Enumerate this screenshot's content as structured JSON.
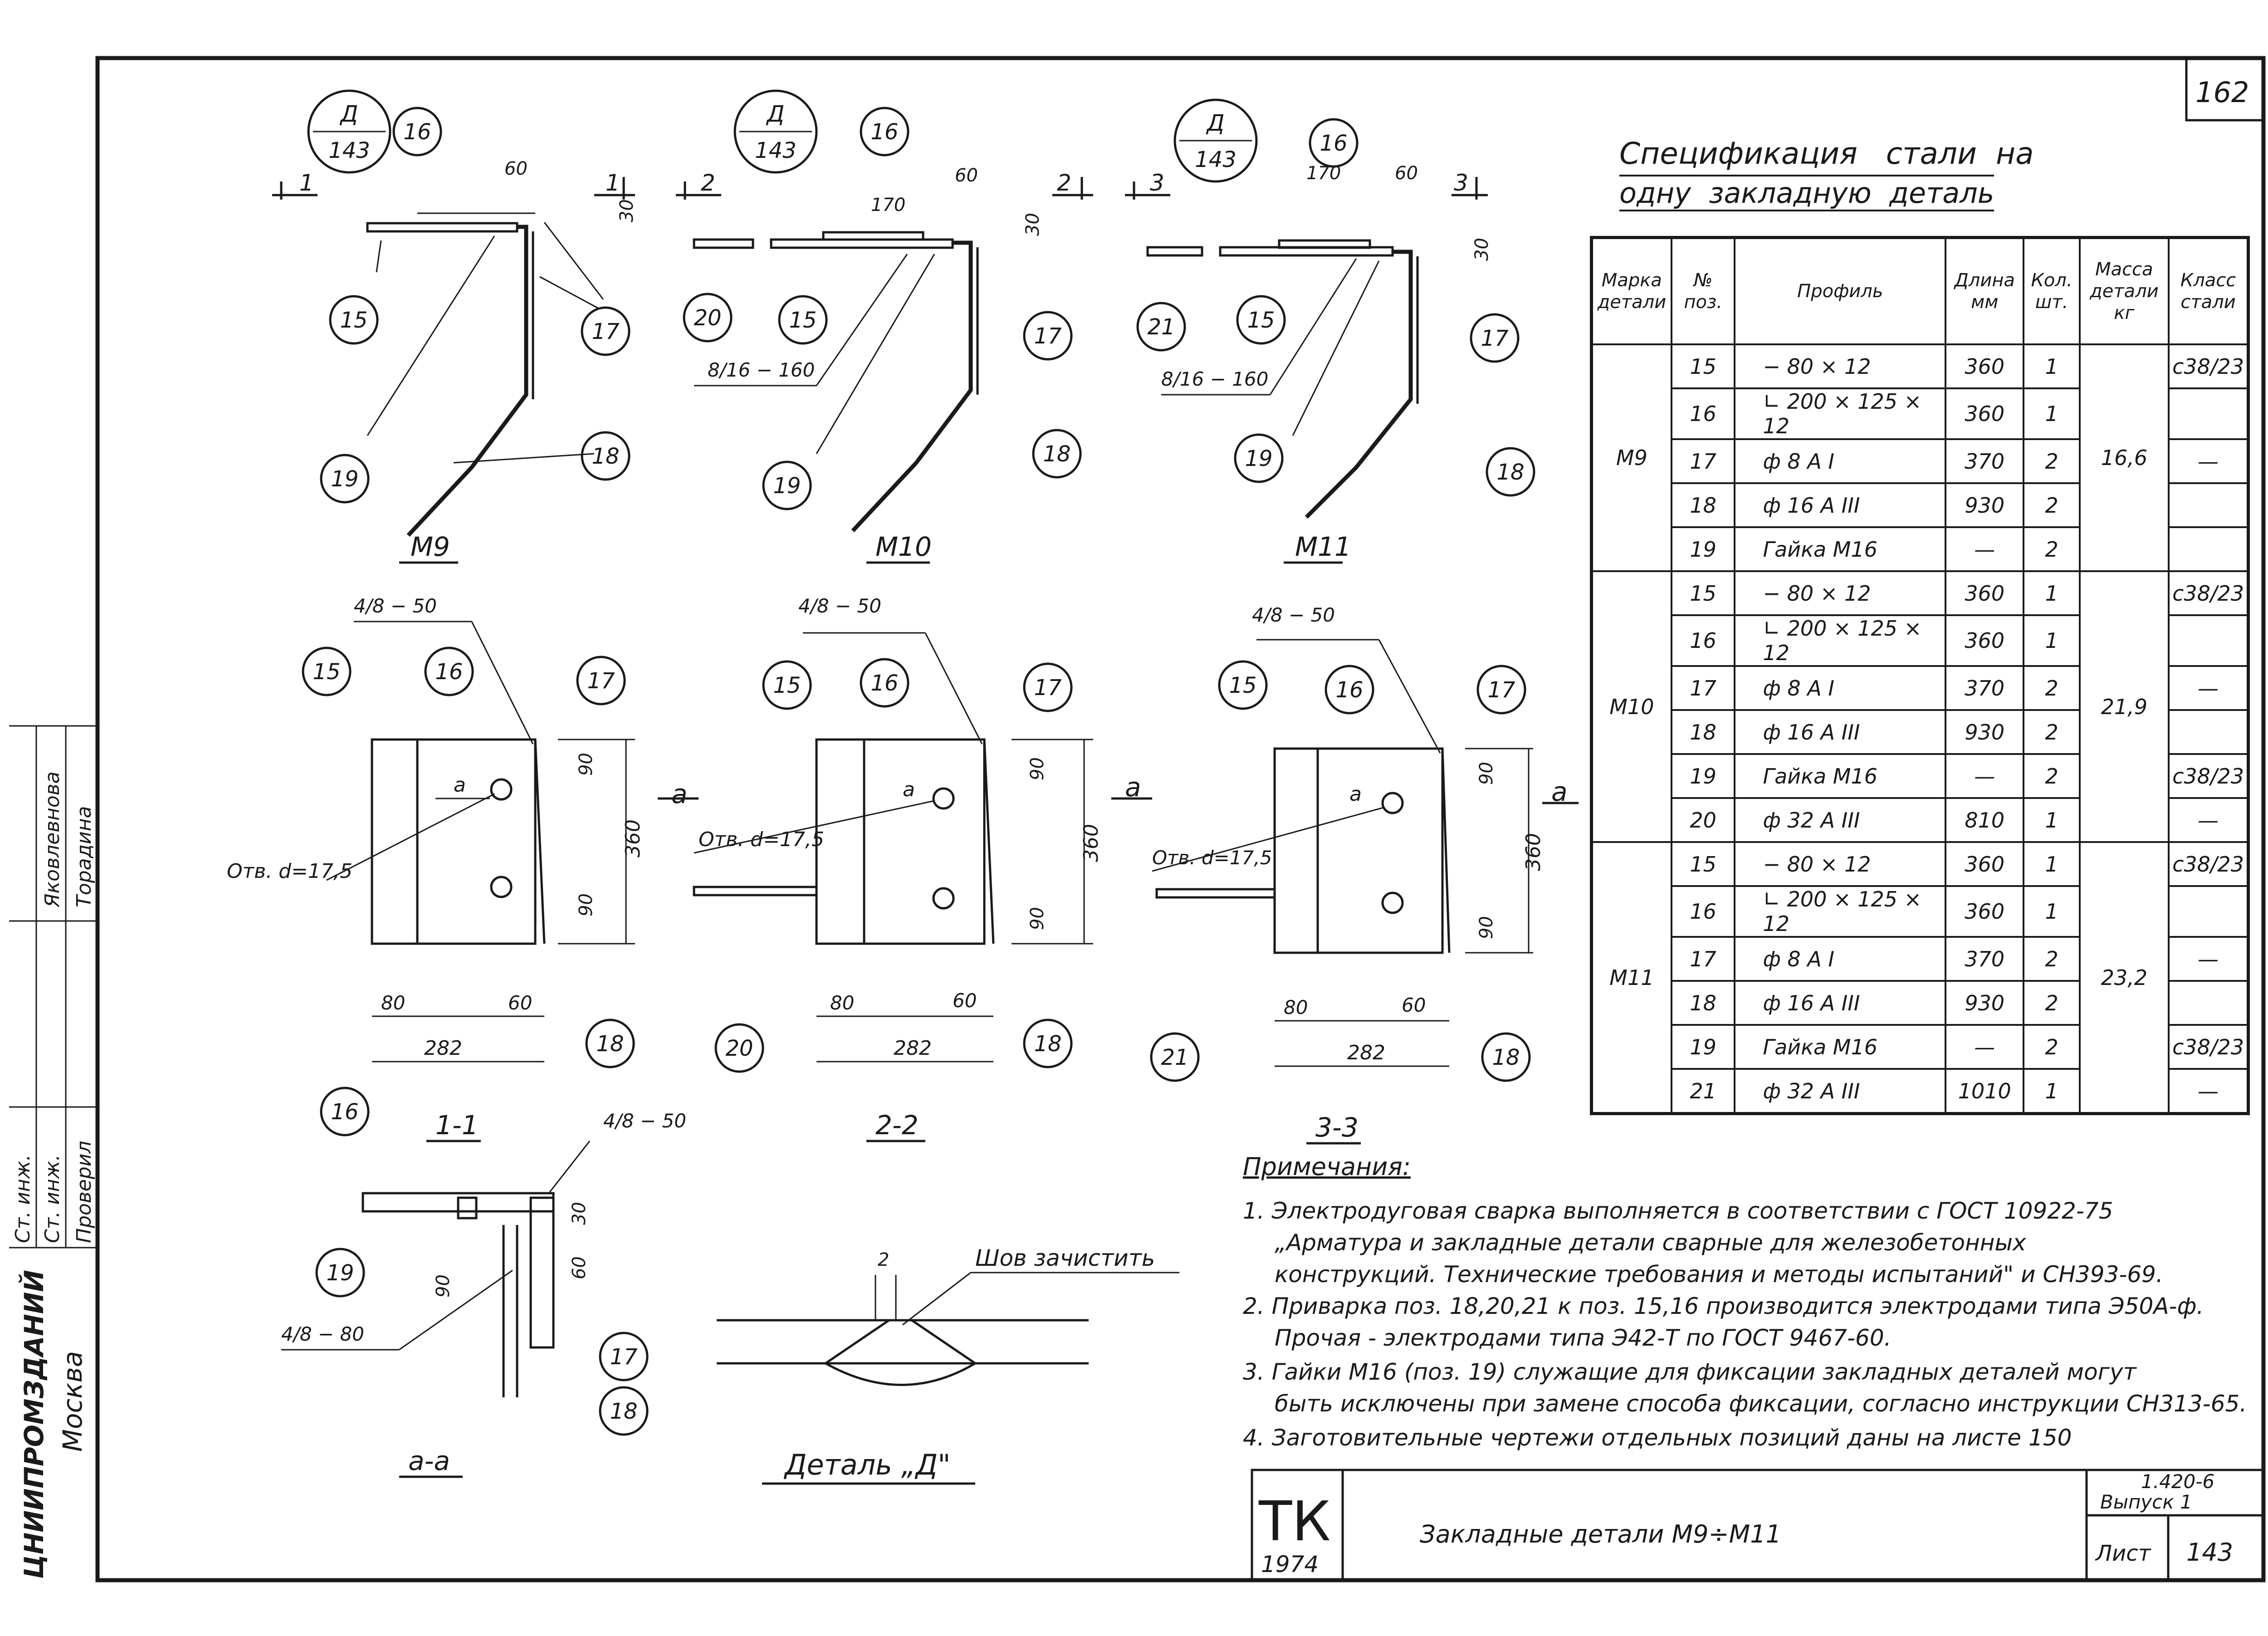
{
  "sheet": {
    "page_number_corner": "162",
    "spec_title_line1": "Спецификация   стали  на",
    "spec_title_line2": "одну  закладную  деталь",
    "frame_bottom_title_block": {
      "stamp": "ТК",
      "year": "1974",
      "title": "Закладные   детали  М9÷М11",
      "series": "1.420-6",
      "issue": "Выпуск 1",
      "sheet_label": "Лист",
      "sheet_number": "143"
    },
    "left_stamp": {
      "org": "ЦНИИПРОМЗДАНИЙ",
      "city": "Москва",
      "roles": [
        "Ст. инж.",
        "Ст. инж.",
        "Проверил"
      ],
      "names": [
        "Яковлевнова",
        "Торадина"
      ]
    }
  },
  "drawings": {
    "views": [
      {
        "label": "М9"
      },
      {
        "label": "М10"
      },
      {
        "label": "М11"
      },
      {
        "label": "1-1"
      },
      {
        "label": "2-2"
      },
      {
        "label": "3-3"
      },
      {
        "label": "а-а"
      },
      {
        "label": "Деталь „Д\""
      }
    ],
    "callout_d": "Д",
    "callout_d_sheet": "143",
    "section_marks": [
      "1",
      "2",
      "3"
    ],
    "weld_note": "Шов  зачистить",
    "hole_label": "Отв. d=17,5",
    "dims": {
      "d60": "60",
      "d30": "30",
      "d170": "170",
      "d90": "90",
      "d360": "360",
      "d80": "80",
      "d282": "282",
      "d2": "2",
      "weld1": "8/16 − 160",
      "weld2": "4/8 − 50",
      "weld3": "4/8 − 80"
    },
    "positions": [
      "15",
      "16",
      "17",
      "18",
      "19",
      "20",
      "21"
    ]
  },
  "spec_table": {
    "headers": [
      "Марка детали",
      "№ поз.",
      "Профиль",
      "Длина мм",
      "Кол. шт.",
      "Масса детали кг",
      "Класс стали"
    ],
    "groups": [
      {
        "mark": "М9",
        "mass": "16,6",
        "rows": [
          {
            "pos": "15",
            "profile": "− 80 × 12",
            "length": "360",
            "qty": "1",
            "cls": "с38/23"
          },
          {
            "pos": "16",
            "profile": "∟ 200 × 125 × 12",
            "length": "360",
            "qty": "1",
            "cls": ""
          },
          {
            "pos": "17",
            "profile": "ф 8 А I",
            "length": "370",
            "qty": "2",
            "cls": "—"
          },
          {
            "pos": "18",
            "profile": "ф 16 А III",
            "length": "930",
            "qty": "2",
            "cls": ""
          },
          {
            "pos": "19",
            "profile": "Гайка М16",
            "length": "—",
            "qty": "2",
            "cls": ""
          }
        ]
      },
      {
        "mark": "М10",
        "mass": "21,9",
        "rows": [
          {
            "pos": "15",
            "profile": "− 80 × 12",
            "length": "360",
            "qty": "1",
            "cls": "с38/23"
          },
          {
            "pos": "16",
            "profile": "∟ 200 × 125 × 12",
            "length": "360",
            "qty": "1",
            "cls": ""
          },
          {
            "pos": "17",
            "profile": "ф 8 А I",
            "length": "370",
            "qty": "2",
            "cls": "—"
          },
          {
            "pos": "18",
            "profile": "ф 16 А III",
            "length": "930",
            "qty": "2",
            "cls": ""
          },
          {
            "pos": "19",
            "profile": "Гайка М16",
            "length": "—",
            "qty": "2",
            "cls": "с38/23"
          },
          {
            "pos": "20",
            "profile": "ф 32 А III",
            "length": "810",
            "qty": "1",
            "cls": "—"
          }
        ]
      },
      {
        "mark": "М11",
        "mass": "23,2",
        "rows": [
          {
            "pos": "15",
            "profile": "− 80 × 12",
            "length": "360",
            "qty": "1",
            "cls": "с38/23"
          },
          {
            "pos": "16",
            "profile": "∟ 200 × 125 × 12",
            "length": "360",
            "qty": "1",
            "cls": ""
          },
          {
            "pos": "17",
            "profile": "ф 8 А I",
            "length": "370",
            "qty": "2",
            "cls": "—"
          },
          {
            "pos": "18",
            "profile": "ф 16 А III",
            "length": "930",
            "qty": "2",
            "cls": ""
          },
          {
            "pos": "19",
            "profile": "Гайка М16",
            "length": "—",
            "qty": "2",
            "cls": "с38/23"
          },
          {
            "pos": "21",
            "profile": "ф 32 А III",
            "length": "1010",
            "qty": "1",
            "cls": "—"
          }
        ]
      }
    ]
  },
  "notes": {
    "heading": "Примечания:",
    "lines": [
      "1. Электродуговая сварка выполняется в соответствии с ГОСТ 10922-75",
      "„Арматура и закладные детали сварные для железобетонных",
      "конструкций. Технические требования и методы испытаний\" и СН393-69.",
      "2. Приварка поз. 18,20,21 к поз. 15,16 производится электродами типа Э50А-ф.",
      "Прочая - электродами  типа Э42-Т по ГОСТ 9467-60.",
      "3. Гайки М16 (поз. 19) служащие для фиксации закладных деталей могут",
      "быть исключены при замене способа фиксации, согласно инструкции СН313-65.",
      "4. Заготовительные  чертежи  отдельных  позиций  даны  на  листе  150"
    ]
  }
}
